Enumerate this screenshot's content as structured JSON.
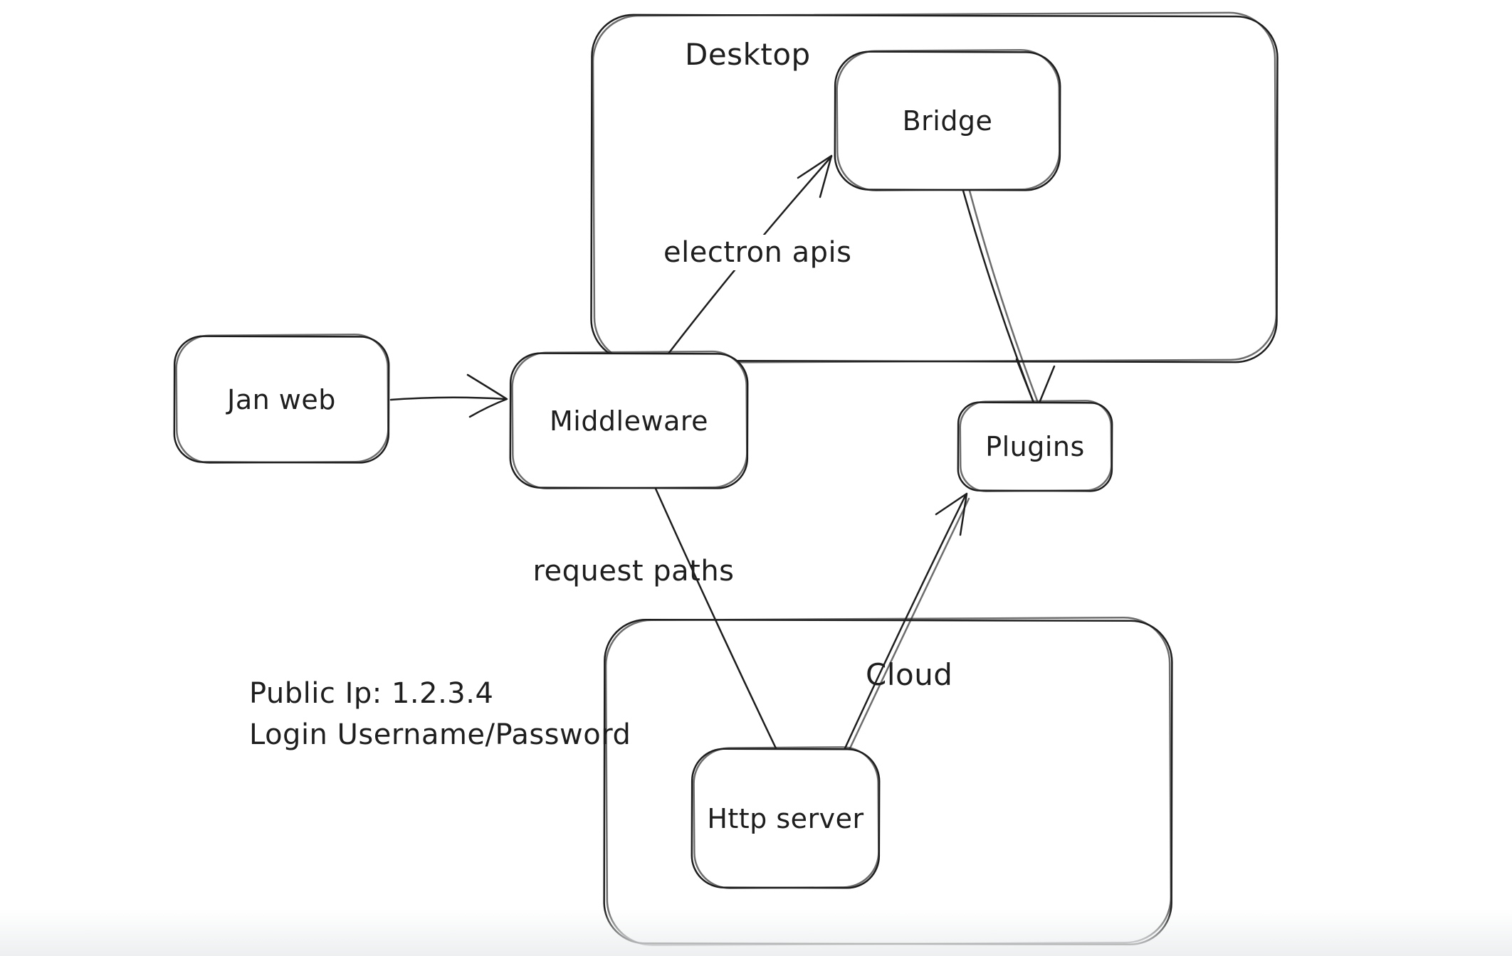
{
  "diagram": {
    "containers": {
      "desktop": {
        "label": "Desktop"
      },
      "cloud": {
        "label": "Cloud"
      }
    },
    "nodes": {
      "jan_web": {
        "label": "Jan web"
      },
      "middleware": {
        "label": "Middleware"
      },
      "bridge": {
        "label": "Bridge"
      },
      "plugins": {
        "label": "Plugins"
      },
      "http_server": {
        "label": "Http server"
      }
    },
    "edges": [
      {
        "id": "jan_web-to-middleware",
        "from": "jan_web",
        "to": "middleware",
        "label": "",
        "arrowhead": "end"
      },
      {
        "id": "middleware-to-bridge",
        "from": "middleware",
        "to": "bridge",
        "label": "electron apis",
        "arrowhead": "end"
      },
      {
        "id": "bridge-to-plugins",
        "from": "bridge",
        "to": "plugins",
        "label": "",
        "arrowhead": "end"
      },
      {
        "id": "middleware-to-http_server",
        "from": "middleware",
        "to": "http_server",
        "label": "request paths",
        "arrowhead": "none"
      },
      {
        "id": "http_server-to-plugins",
        "from": "http_server",
        "to": "plugins",
        "label": "",
        "arrowhead": "end"
      }
    ],
    "annotations": [
      {
        "text": "Public Ip: 1.2.3.4"
      },
      {
        "text": "Login Username/Password"
      }
    ],
    "colors": {
      "stroke": "#1e1e1e",
      "canvas": "#ffffff",
      "page_edge": "#edeff0"
    }
  }
}
